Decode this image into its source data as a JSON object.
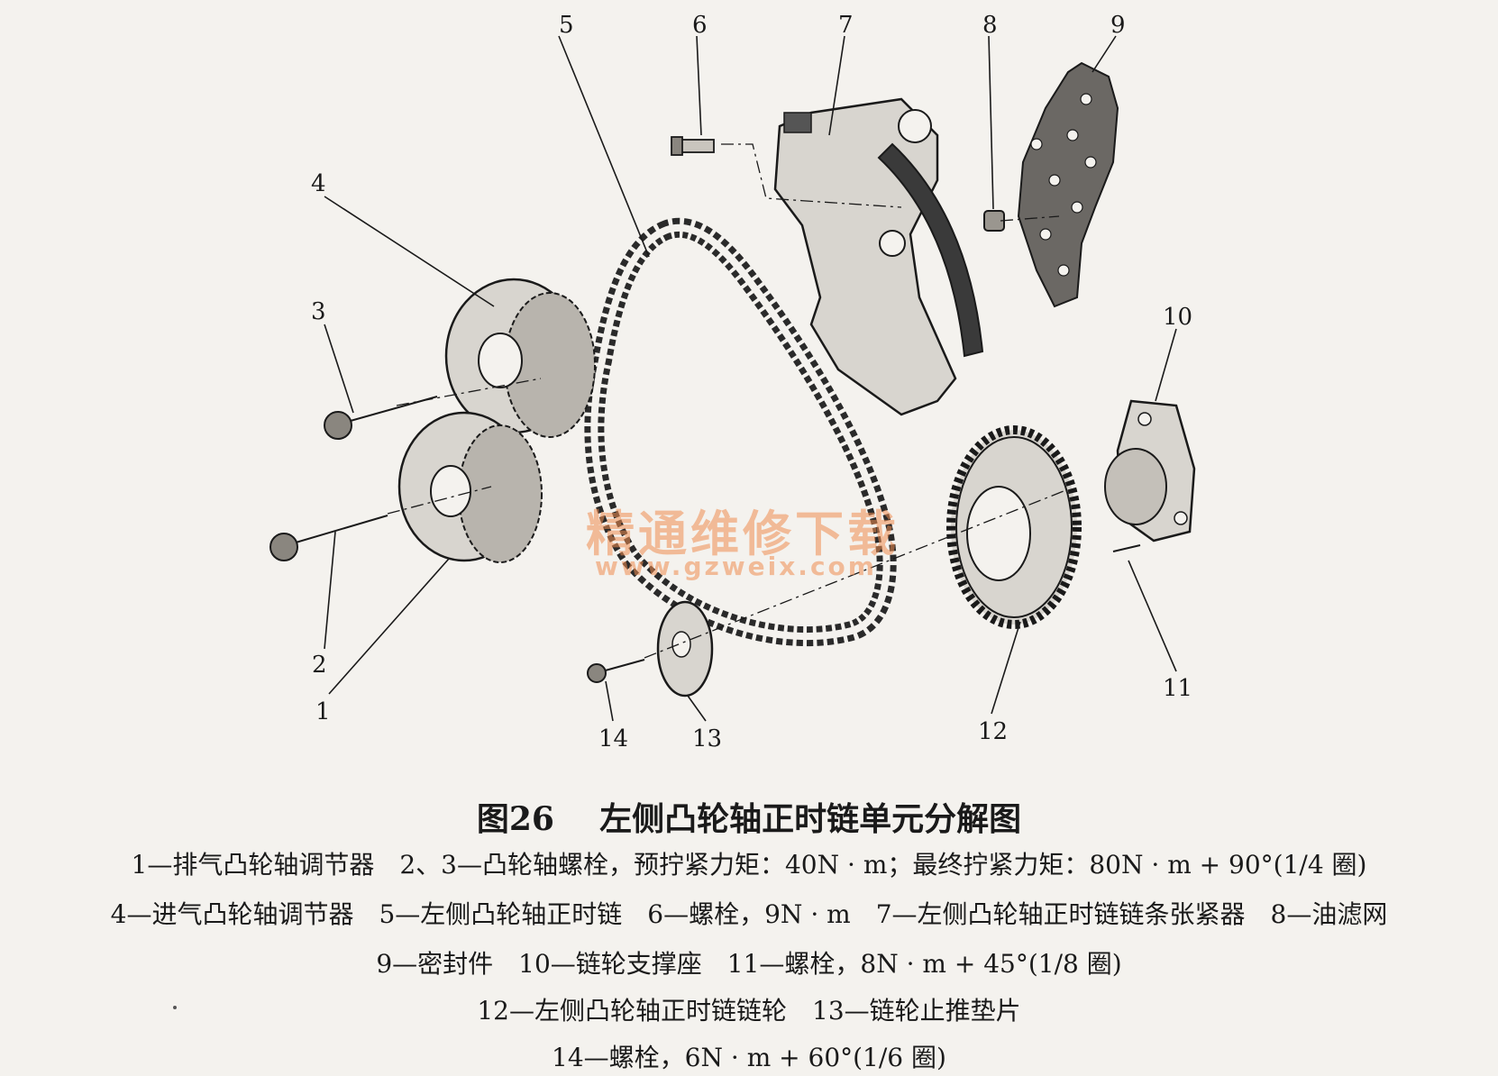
{
  "figure": {
    "callouts": [
      "1",
      "2",
      "3",
      "4",
      "5",
      "6",
      "7",
      "8",
      "9",
      "10",
      "11",
      "12",
      "13",
      "14"
    ],
    "watermark_cn": "精通维修下载",
    "watermark_url": "www.gzweix.com"
  },
  "caption": {
    "figure_number": "图26",
    "title": "左侧凸轮轴正时链单元分解图"
  },
  "legend": {
    "lines": [
      [
        "1—排气凸轮轴调节器",
        "2、3—凸轮轴螺栓，预拧紧力矩：40N · m；最终拧紧力矩：80N · m + 90°(1/4 圈)"
      ],
      [
        "4—进气凸轮轴调节器",
        "5—左侧凸轮轴正时链",
        "6—螺栓，9N · m",
        "7—左侧凸轮轴正时链链条张紧器",
        "8—油滤网"
      ],
      [
        "9—密封件",
        "10—链轮支撑座",
        "11—螺栓，8N · m + 45°(1/8 圈)"
      ],
      [
        "12—左侧凸轮轴正时链链轮",
        "13—链轮止推垫片"
      ],
      [
        "14—螺栓，6N · m + 60°(1/6 圈)"
      ]
    ]
  }
}
